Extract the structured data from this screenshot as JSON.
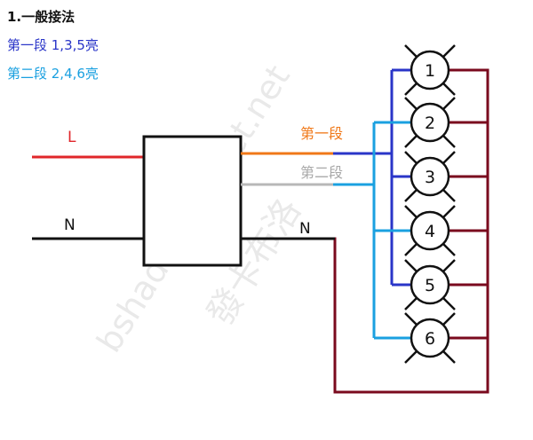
{
  "title": "1.一般接法",
  "legend": {
    "line1": "第一段 1,3,5亮",
    "line2": "第二段 2,4,6亮"
  },
  "labels": {
    "L": "L",
    "N_in": "N",
    "N_out": "N",
    "seg1": "第一段",
    "seg2": "第二段"
  },
  "lamps": [
    "1",
    "2",
    "3",
    "4",
    "5",
    "6"
  ],
  "watermark": {
    "line1": "bshadow.pixnet.net",
    "line2": "發卡布洛"
  },
  "colors": {
    "L_wire": "#e0262a",
    "N_wire": "#111111",
    "seg1_out": "#f07818",
    "seg2_out": "#b8b8b8",
    "seg1_bus": "#2a35c8",
    "seg2_bus": "#1aa0e0",
    "return_wire": "#7a0a1e"
  }
}
